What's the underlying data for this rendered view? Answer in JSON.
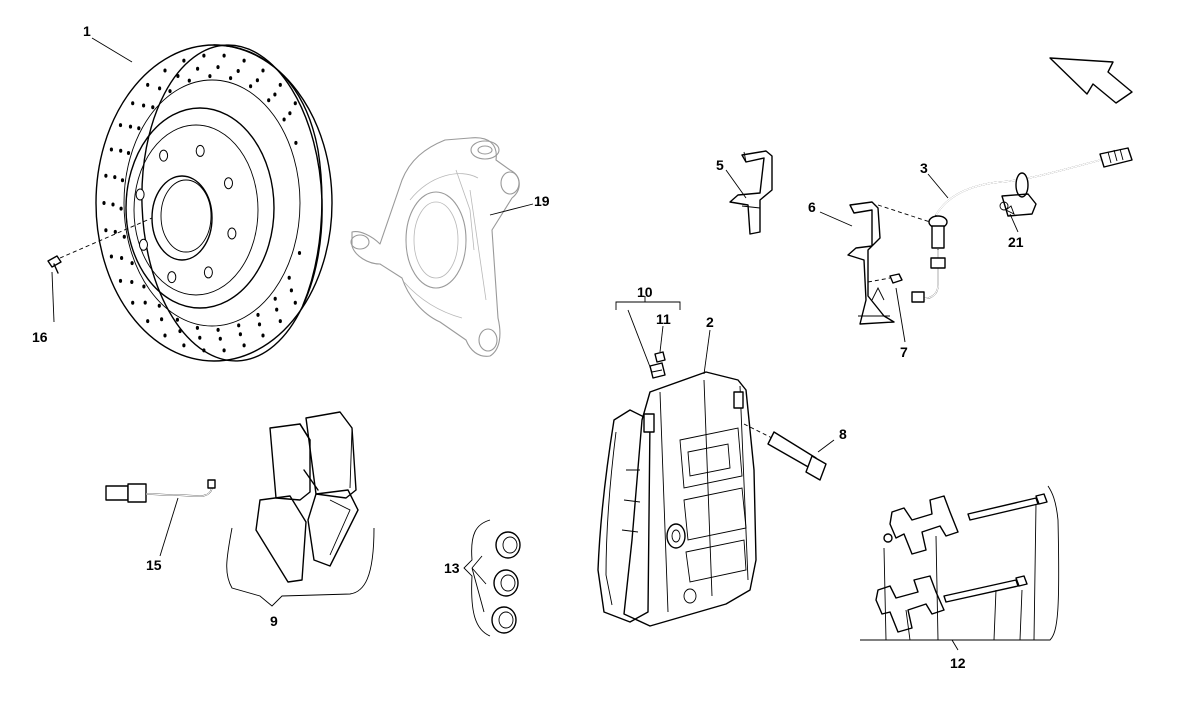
{
  "callouts": {
    "c1": "1",
    "c2": "2",
    "c3": "3",
    "c5": "5",
    "c6": "6",
    "c7": "7",
    "c8": "8",
    "c9": "9",
    "c10": "10",
    "c11": "11",
    "c12": "12",
    "c13": "13",
    "c15": "15",
    "c16": "16",
    "c19": "19",
    "c21": "21"
  },
  "colors": {
    "line": "#000000",
    "ghost": "#9a9a9a",
    "background": "#ffffff"
  },
  "icons": {
    "direction": "arrow-icon"
  }
}
